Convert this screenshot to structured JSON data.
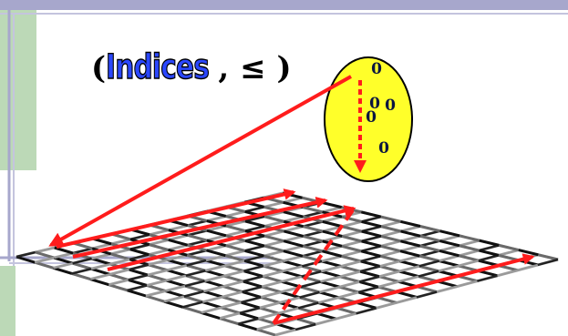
{
  "slide": {
    "title": {
      "open_paren": "(",
      "keyword": "Indices",
      "separator": ",",
      "relation": "≤",
      "close_paren": ")"
    },
    "order_set": {
      "elements": [
        "0",
        "0",
        "0",
        "0",
        "0"
      ]
    },
    "colors": {
      "frame": "#a7a7cc",
      "side_panel": "#bcd9b7",
      "ellipse_fill": "#ffff2a",
      "arrow": "#ff1c1c",
      "keyword": "#2b47ff"
    }
  }
}
